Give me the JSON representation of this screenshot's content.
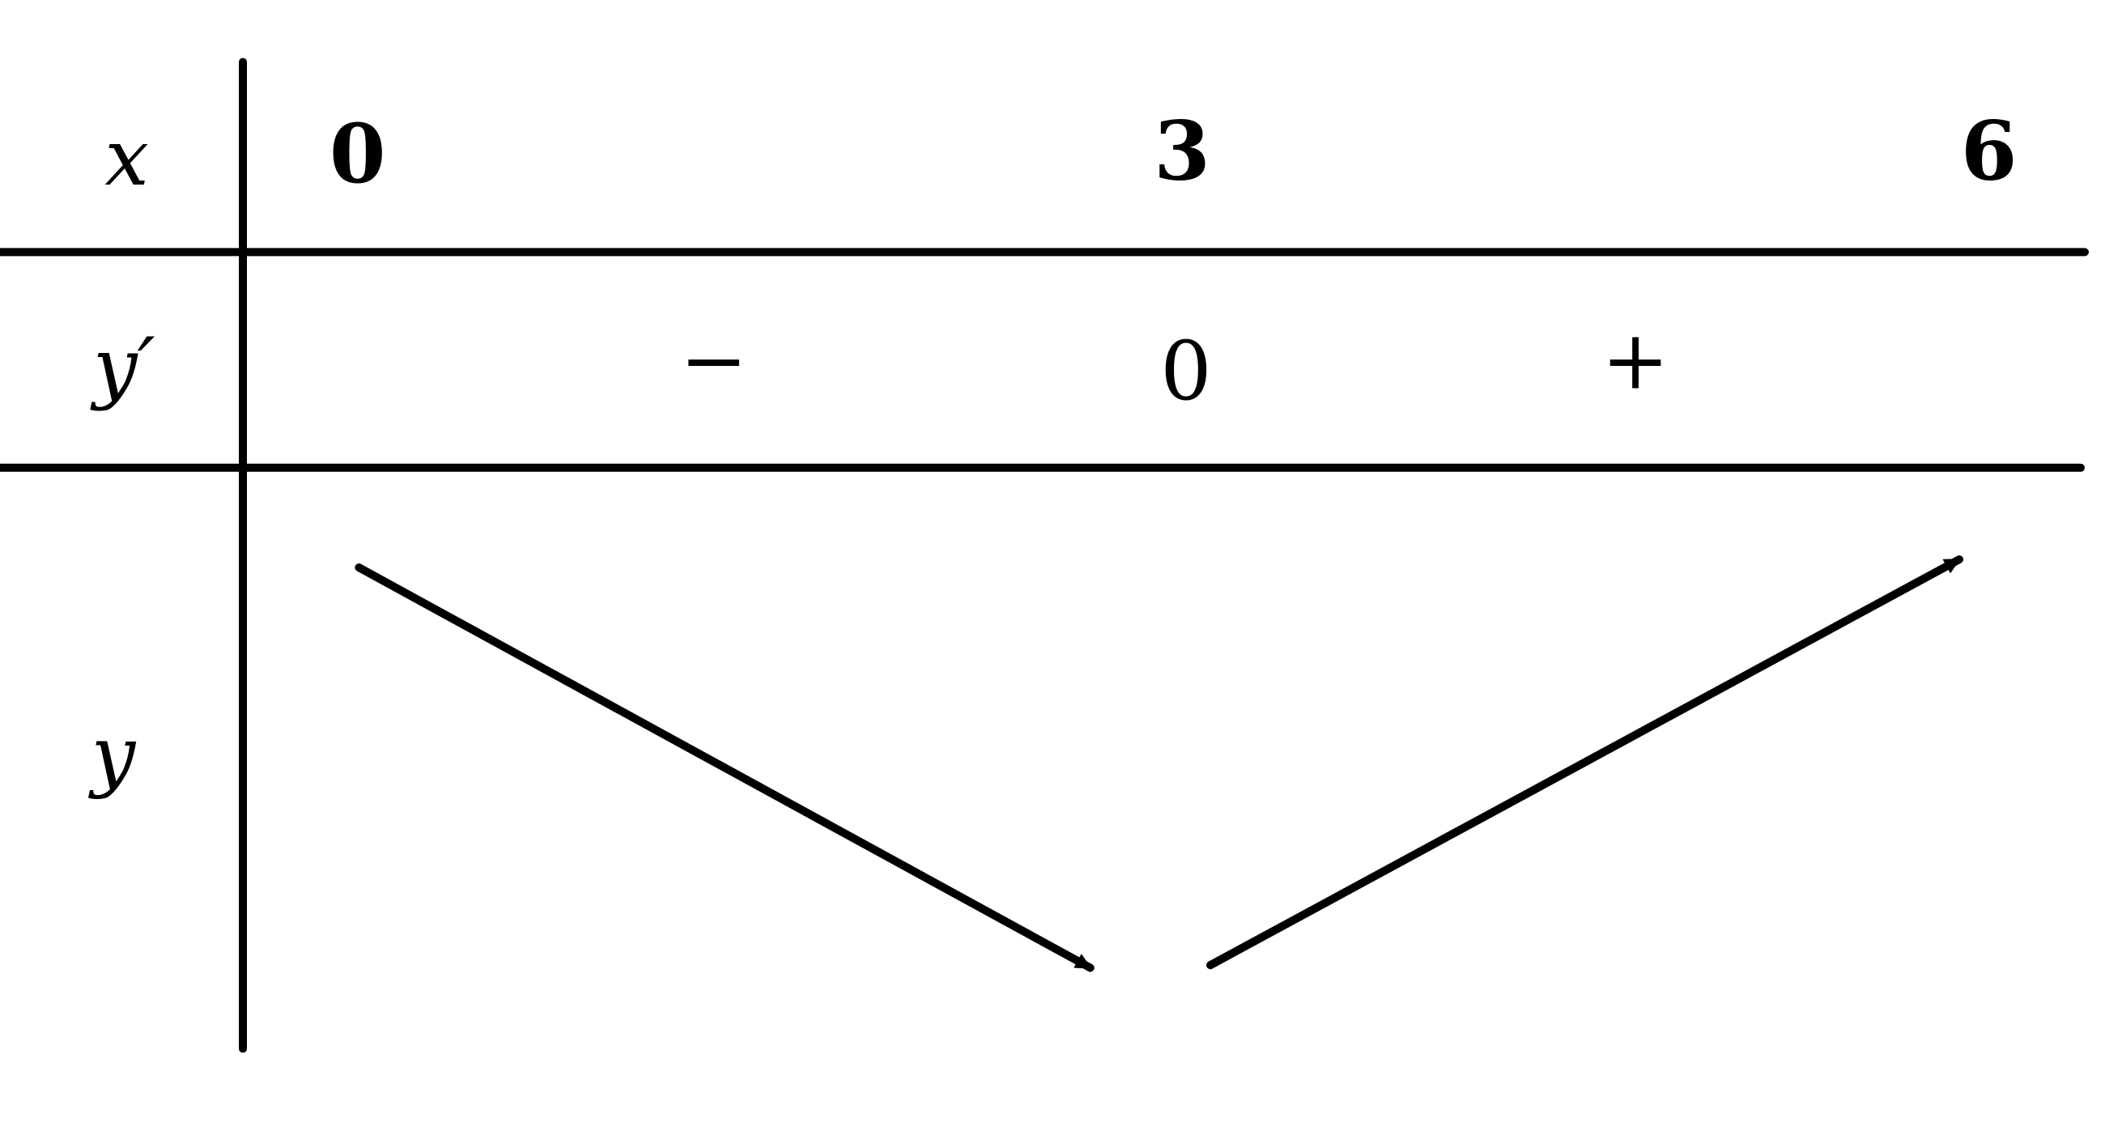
{
  "table": {
    "row_labels": {
      "x": "x",
      "y_prime": "y′",
      "y": "y"
    },
    "x_values": [
      "0",
      "3",
      "6"
    ],
    "derivative_signs": [
      "−",
      "0",
      "+"
    ],
    "variation": [
      "decreasing",
      "increasing"
    ],
    "line_color": "#000000"
  }
}
